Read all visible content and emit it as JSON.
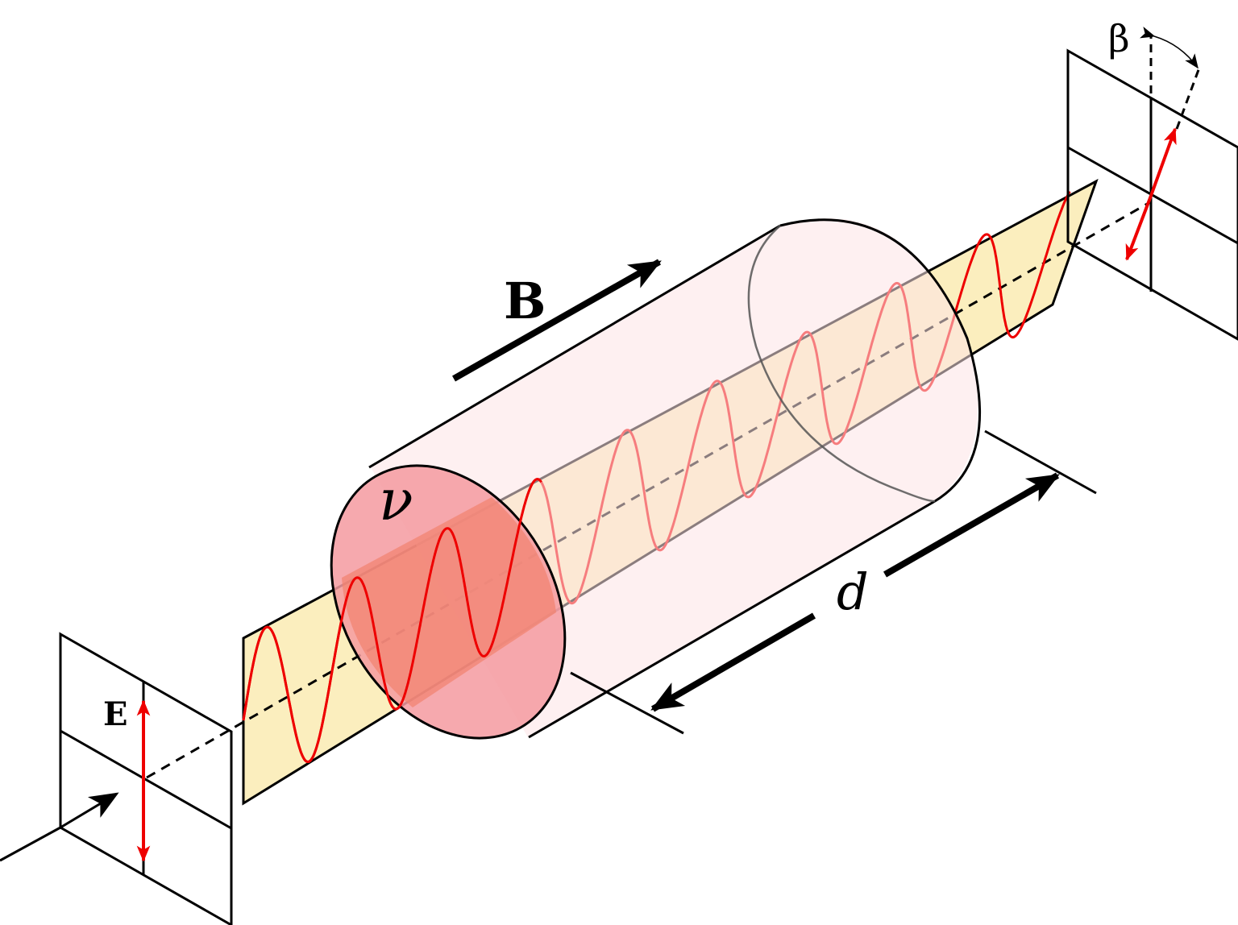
{
  "labels": {
    "field_b": "B",
    "verdet": "ν",
    "length": "d",
    "field_e": "E",
    "angle": "β"
  },
  "colors": {
    "beam_fill": "#fbeebe",
    "wave": "#ee0000",
    "cylinder_body": "#fde4e6",
    "cylinder_face": "#f59aa0",
    "cylinder_face_overlap": "#f2826e",
    "stroke": "#000000"
  },
  "icons": {
    "input_arrow": "arrow-icon",
    "field_arrow": "arrow-icon",
    "dimension_arrows": "double-arrow-icon"
  }
}
